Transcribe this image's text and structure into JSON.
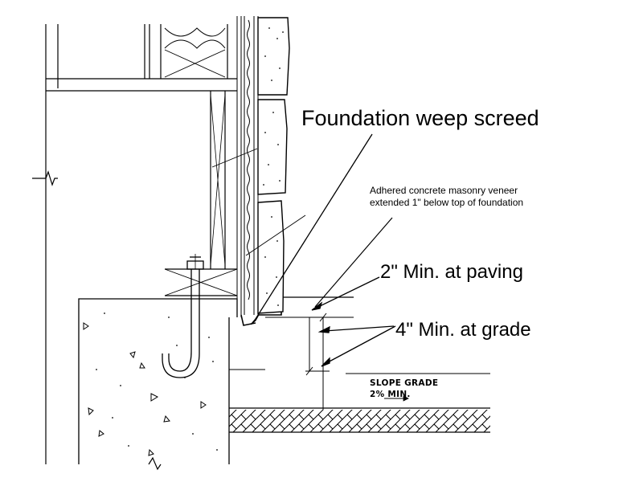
{
  "callouts": {
    "weep_screed": "Foundation weep screed",
    "veneer_line1": "Adhered concrete masonry veneer",
    "veneer_line2": "extended 1\" below top of foundation",
    "min_paving": "2\" Min. at paving",
    "min_grade": "4\" Min. at grade"
  },
  "notes": {
    "slope_line1": "SLOPE GRADE",
    "slope_line2": "2% MIN."
  }
}
